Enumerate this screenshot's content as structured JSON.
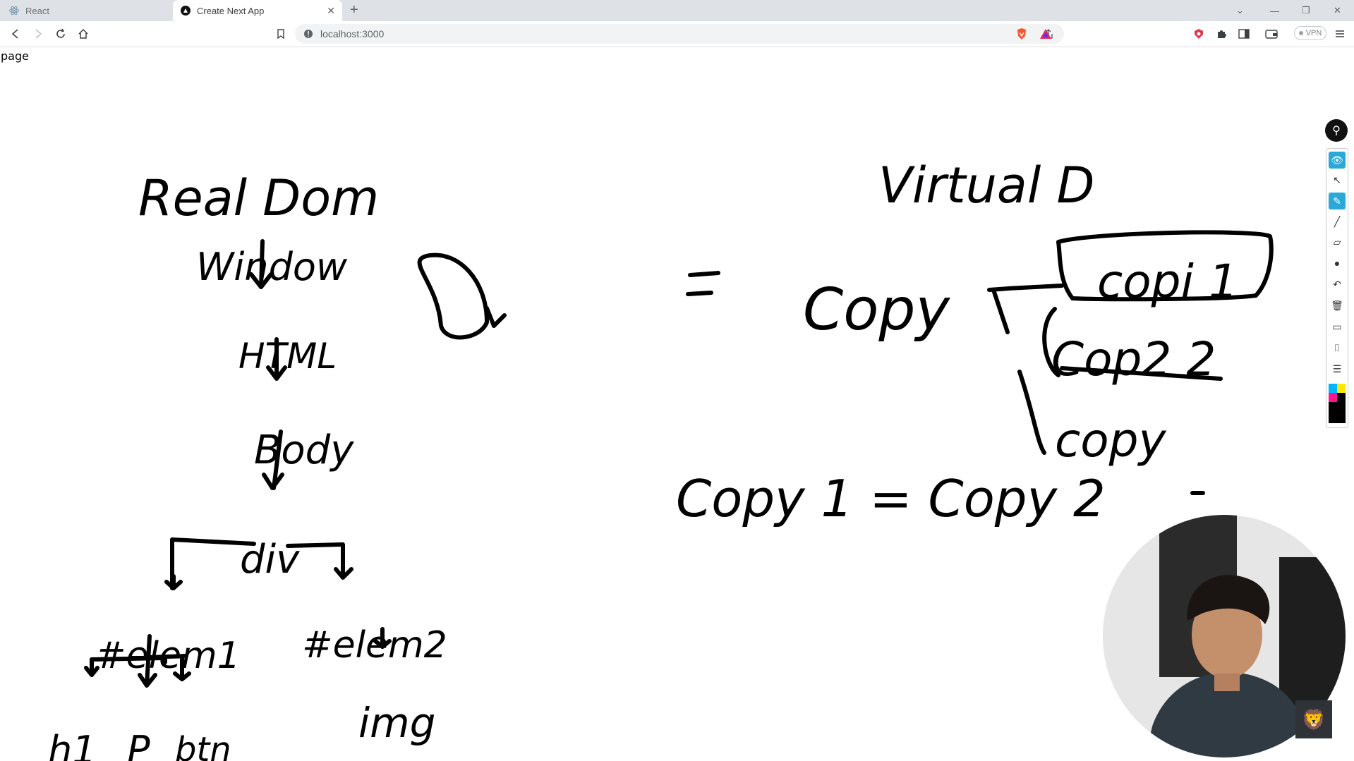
{
  "browser": {
    "tabs": [
      {
        "title": "React",
        "active": false
      },
      {
        "title": "Create Next App",
        "active": true
      }
    ],
    "address": "localhost:3000",
    "vpn_label": "VPN"
  },
  "page": {
    "body_text": "page"
  },
  "whiteboard": {
    "real_dom": {
      "heading": "Real Dom",
      "nodes": [
        "Window",
        "HTML",
        "Body",
        "div",
        "#elem1",
        "#elem2",
        "h1",
        "P",
        "btn",
        "img"
      ]
    },
    "virtual_dom": {
      "heading": "Virtual D",
      "copy": "Copy",
      "copies": [
        "copi 1",
        "Cop2 2",
        "copy"
      ],
      "equation": "Copy 1 = Copy 2"
    },
    "ink_color": "#000000"
  },
  "palette": {
    "tools": [
      "eye-icon",
      "cursor-icon",
      "highlighter-icon",
      "pen-icon",
      "eraser-icon",
      "dot-icon",
      "undo-icon",
      "trash-icon",
      "screen-icon",
      "camera-icon",
      "clipboard-icon"
    ],
    "colors": [
      "#00b7ff",
      "#ffe600",
      "#ff1493",
      "#000000"
    ]
  }
}
